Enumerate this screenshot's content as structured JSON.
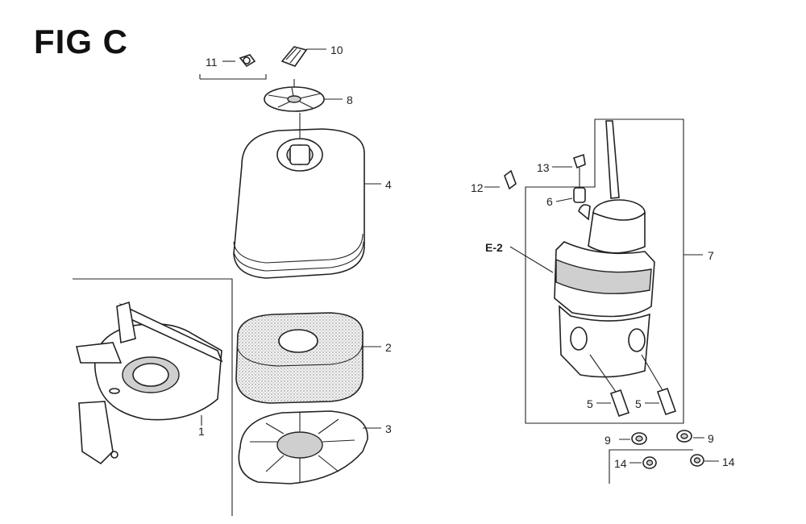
{
  "figure": {
    "title": "FIG C"
  },
  "callouts": {
    "p1": "1",
    "p2": "2",
    "p3": "3",
    "p4": "4",
    "p5a": "5",
    "p5b": "5",
    "p6": "6",
    "p7": "7",
    "p8": "8",
    "p9a": "9",
    "p9b": "9",
    "p10": "10",
    "p11": "11",
    "p12": "12",
    "p13": "13",
    "p14a": "14",
    "p14b": "14",
    "e2": "E-2"
  }
}
